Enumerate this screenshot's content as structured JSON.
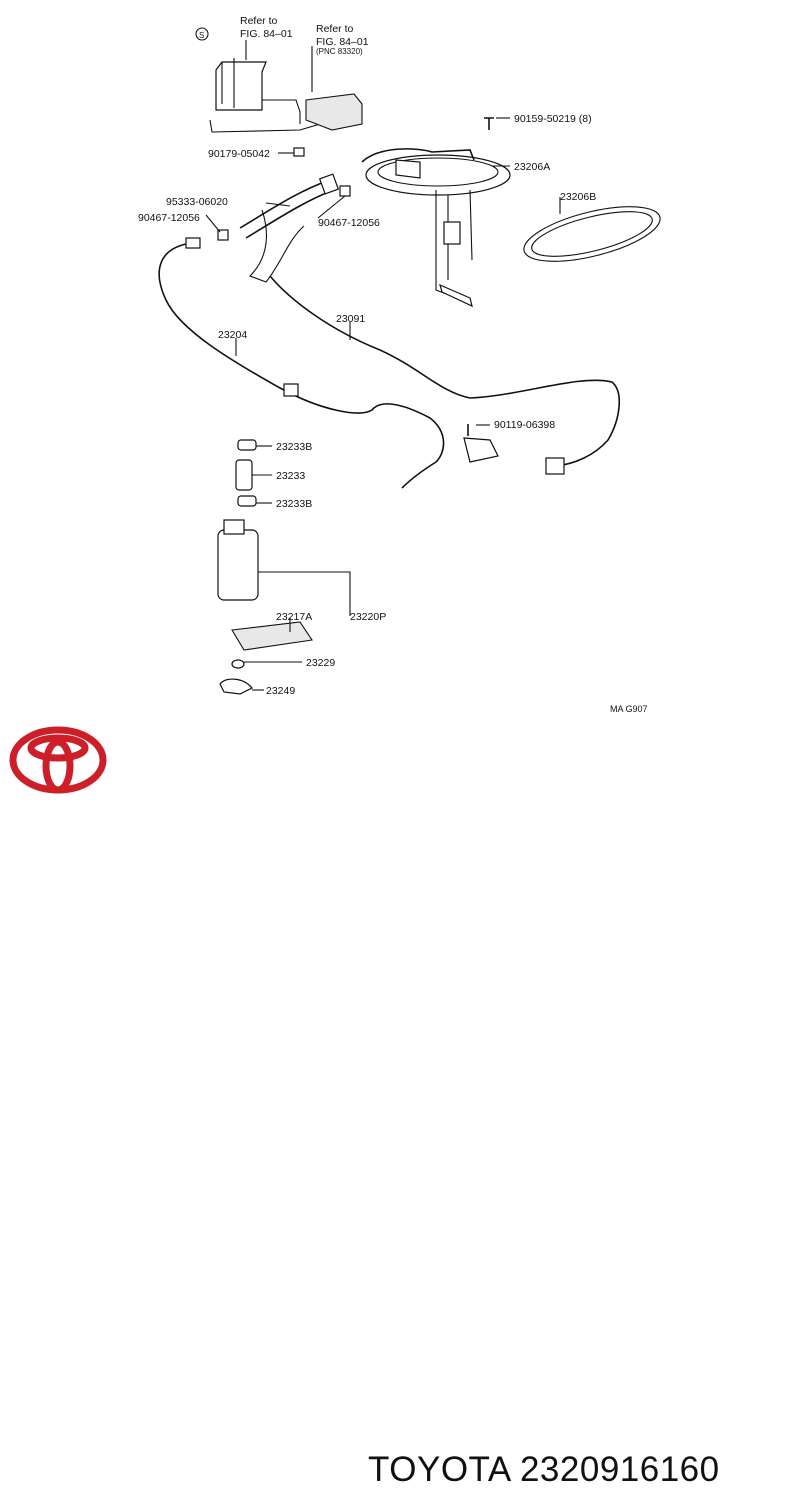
{
  "diagram": {
    "refer_box_left": {
      "line1": "Refer to",
      "line2": "FIG. 84–01",
      "symbol": "S"
    },
    "refer_box_right": {
      "line1": "Refer to",
      "line2": "FIG. 84–01",
      "line3": "(PNC 83320)"
    },
    "labels": {
      "p90159": "90159-50219 (8)",
      "p90179": "90179-05042",
      "p23206A": "23206A",
      "p23206B": "23206B",
      "p95333": "95333-06020",
      "p90467_left": "90467-12056",
      "p90467_right": "90467-12056",
      "p23204": "23204",
      "p23091": "23091",
      "p90119": "90119-06398",
      "p23233B_top": "23233B",
      "p23233": "23233",
      "p23233B_bottom": "23233B",
      "p23217A": "23217A",
      "p23220P": "23220P",
      "p23229": "23229",
      "p23249": "23249"
    },
    "caption": "MA G907"
  },
  "brand": {
    "name": "TOYOTA 2320916160",
    "logo_color": "#cc1f27"
  }
}
